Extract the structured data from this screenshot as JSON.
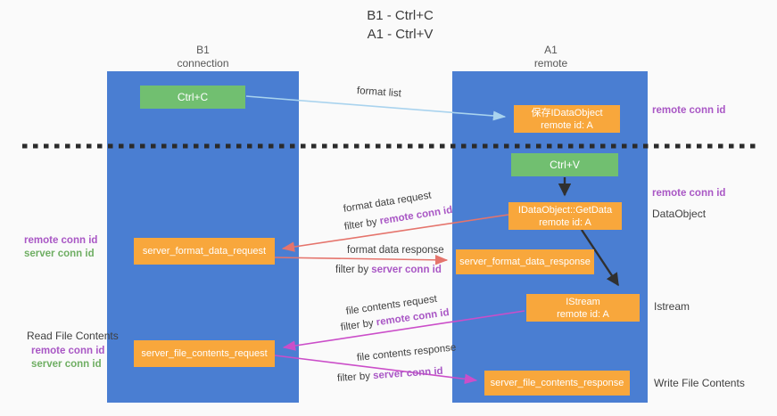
{
  "title": {
    "line1": "B1 - Ctrl+C",
    "line2": "A1 - Ctrl+V"
  },
  "columns": {
    "left": {
      "header_line1": "B1",
      "header_line2": "connection"
    },
    "right": {
      "header_line1": "A1",
      "header_line2": "remote"
    }
  },
  "nodes": {
    "ctrl_c": {
      "label": "Ctrl+C"
    },
    "ctrl_v": {
      "label": "Ctrl+V"
    },
    "save_dataobject": {
      "line1": "保存IDataObject",
      "line2": "remote id: A"
    },
    "getdata": {
      "line1": "IDataObject::GetData",
      "line2": "remote id: A"
    },
    "istream": {
      "line1": "IStream",
      "line2": "remote id: A"
    },
    "format_request": {
      "label": "server_format_data_request"
    },
    "format_response": {
      "label": "server_format_data_response"
    },
    "file_request": {
      "label": "server_file_contents_request"
    },
    "file_response": {
      "label": "server_file_contents_response"
    }
  },
  "flow_labels": {
    "format_list": "format list",
    "format_data_request": "format data request",
    "format_data_response": "format data response",
    "file_contents_request": "file contents request",
    "file_contents_response": "file contents response",
    "filter_by": "filter by ",
    "remote_conn_id": "remote conn id",
    "server_conn_id": "server conn id"
  },
  "side_labels": {
    "right_remote_conn_top": "remote conn id",
    "right_remote_conn_mid": "remote conn id",
    "dataobject": "DataObject",
    "istream": "Istream",
    "write_file_contents": "Write File Contents",
    "read_file_contents": "Read File Contents",
    "left_remote_conn_1": "remote conn id",
    "left_server_conn_1": "server conn id",
    "left_remote_conn_2": "remote conn id",
    "left_server_conn_2": "server conn id"
  },
  "colors": {
    "column_blue": "#4a7ed2",
    "node_green": "#71bf70",
    "node_orange": "#f8a73c",
    "arrow_light_blue": "#a9d3ee",
    "arrow_red": "#e5746c",
    "arrow_magenta": "#cb4ec9",
    "arrow_black": "#303030",
    "text_purple": "#a957c5",
    "text_green": "#6fae63",
    "background": "#fafafa"
  }
}
